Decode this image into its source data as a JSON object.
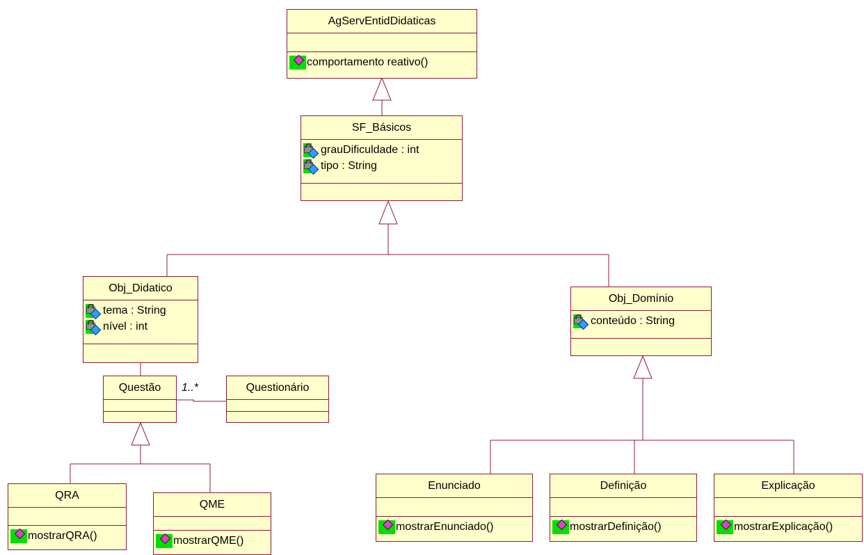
{
  "classes": {
    "agserv": {
      "name": "AgServEntidDidaticas",
      "operations": [
        "comportamento reativo()"
      ]
    },
    "sfbasicos": {
      "name": "SF_Básicos",
      "attributes": [
        "grauDificuldade : int",
        "tipo : String"
      ]
    },
    "objdidatico": {
      "name": "Obj_Didatico",
      "attributes": [
        "tema : String",
        "nível : int"
      ]
    },
    "objdominio": {
      "name": "Obj_Domínio",
      "attributes": [
        "conteúdo : String"
      ]
    },
    "questao": {
      "name": "Questão"
    },
    "questionario": {
      "name": "Questionário"
    },
    "qra": {
      "name": "QRA",
      "operations": [
        "mostrarQRA()"
      ]
    },
    "qme": {
      "name": "QME",
      "operations": [
        "mostrarQME()"
      ]
    },
    "enunciado": {
      "name": "Enunciado",
      "operations": [
        "mostrarEnunciado()"
      ]
    },
    "definicao": {
      "name": "Definição",
      "operations": [
        "mostrarDefinição()"
      ]
    },
    "explicacao": {
      "name": "Explicação",
      "operations": [
        "mostrarExplicação()"
      ]
    }
  },
  "associations": [
    {
      "from": "questao",
      "to": "questionario",
      "multiplicity": "1..*"
    }
  ],
  "icons": {
    "operation": "operation-icon",
    "attribute": "private-attribute-icon"
  },
  "colors": {
    "class_fill": "#ffffcc",
    "border": "#8b1a3a",
    "icon_bg": "#00e000"
  }
}
